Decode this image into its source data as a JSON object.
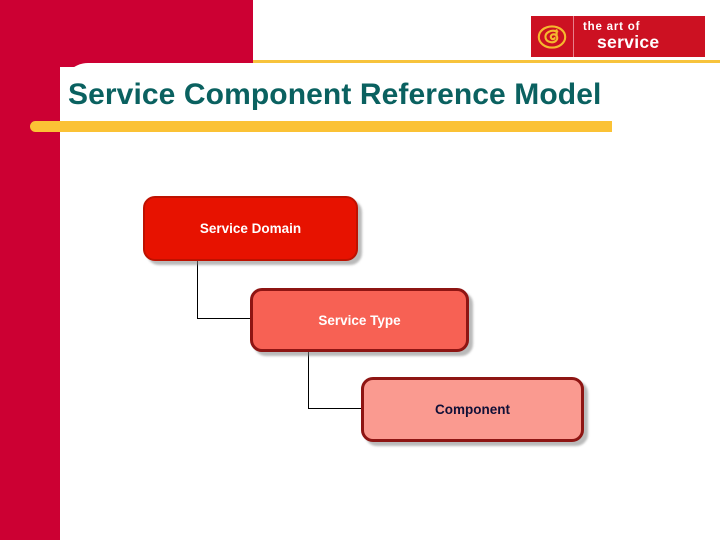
{
  "slide": {
    "title": "Service Component Reference Model",
    "background_color": "#ffffff",
    "accent_red": "#CC0033",
    "accent_yellow": "#F7C33C",
    "title_color": "#0A6160"
  },
  "logo": {
    "name": "the-art-of-service-logo",
    "line1": "the art of",
    "line2": "service",
    "mark": "spiral-at-icon",
    "background_color": "#CC1122",
    "text_color": "#FFFFFF",
    "mark_color": "#F5B92E"
  },
  "diagram": {
    "type": "cascade-hierarchy",
    "nodes": [
      {
        "id": "service-domain",
        "label": "Service Domain",
        "level": 1,
        "fill": "#E71200",
        "border": "#BE1100",
        "text_color": "#FFFFFF"
      },
      {
        "id": "service-type",
        "label": "Service Type",
        "level": 2,
        "fill": "#F76154",
        "border": "#8E1513",
        "text_color": "#FFFFFF"
      },
      {
        "id": "component",
        "label": "Component",
        "level": 3,
        "fill": "#FA9A90",
        "border": "#8E1513",
        "text_color": "#101037"
      }
    ],
    "connectors": [
      {
        "from": "service-domain",
        "to": "service-type",
        "style": "elbow"
      },
      {
        "from": "service-type",
        "to": "component",
        "style": "elbow"
      }
    ]
  }
}
